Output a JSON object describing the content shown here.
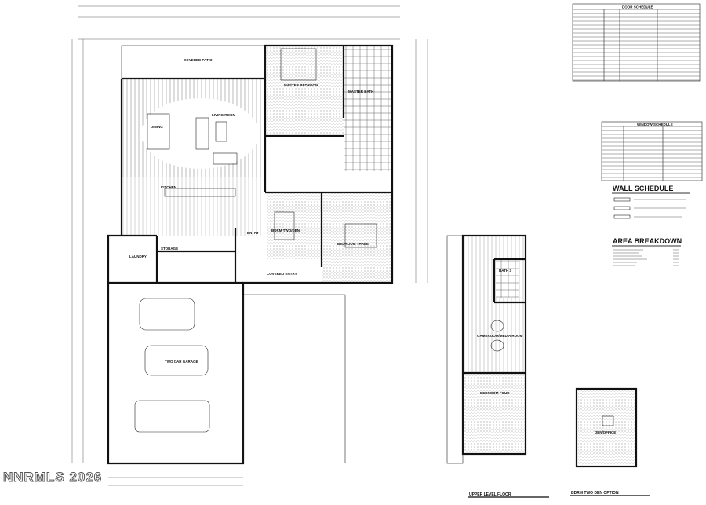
{
  "schedules": {
    "door_schedule_title": "DOOR SCHEDULE",
    "window_schedule_title": "WINDOW SCHEDULE",
    "wall_schedule_title": "WALL SCHEDULE",
    "area_breakdown_title": "AREA BREAKDOWN"
  },
  "rooms": {
    "covered_patio": "COVERED PATIO",
    "living_room": "LIVING ROOM",
    "dining": "DINING",
    "kitchen": "KITCHEN",
    "master_bedroom": "MASTER BEDROOM",
    "master_bath": "MASTER BATH",
    "bedroom_two": "BDRM TWO/DEN",
    "bedroom_three": "BEDROOM THREE",
    "laundry": "LAUNDRY",
    "storage": "STORAGE",
    "entry": "ENTRY",
    "covered_entry": "COVERED ENTRY",
    "garage": "TWO CAR GARAGE",
    "bath_three": "BATH 3",
    "gameroom": "GAMEROOM/MEDIA ROOM",
    "bedroom_four": "BEDROOM FOUR",
    "den_office": "DEN/OFFICE"
  },
  "plan_titles": {
    "upper_level": "UPPER LEVEL FLOOR",
    "den_option": "BDRM TWO DEN OPTION"
  },
  "watermark": "NNRMLS 2026"
}
